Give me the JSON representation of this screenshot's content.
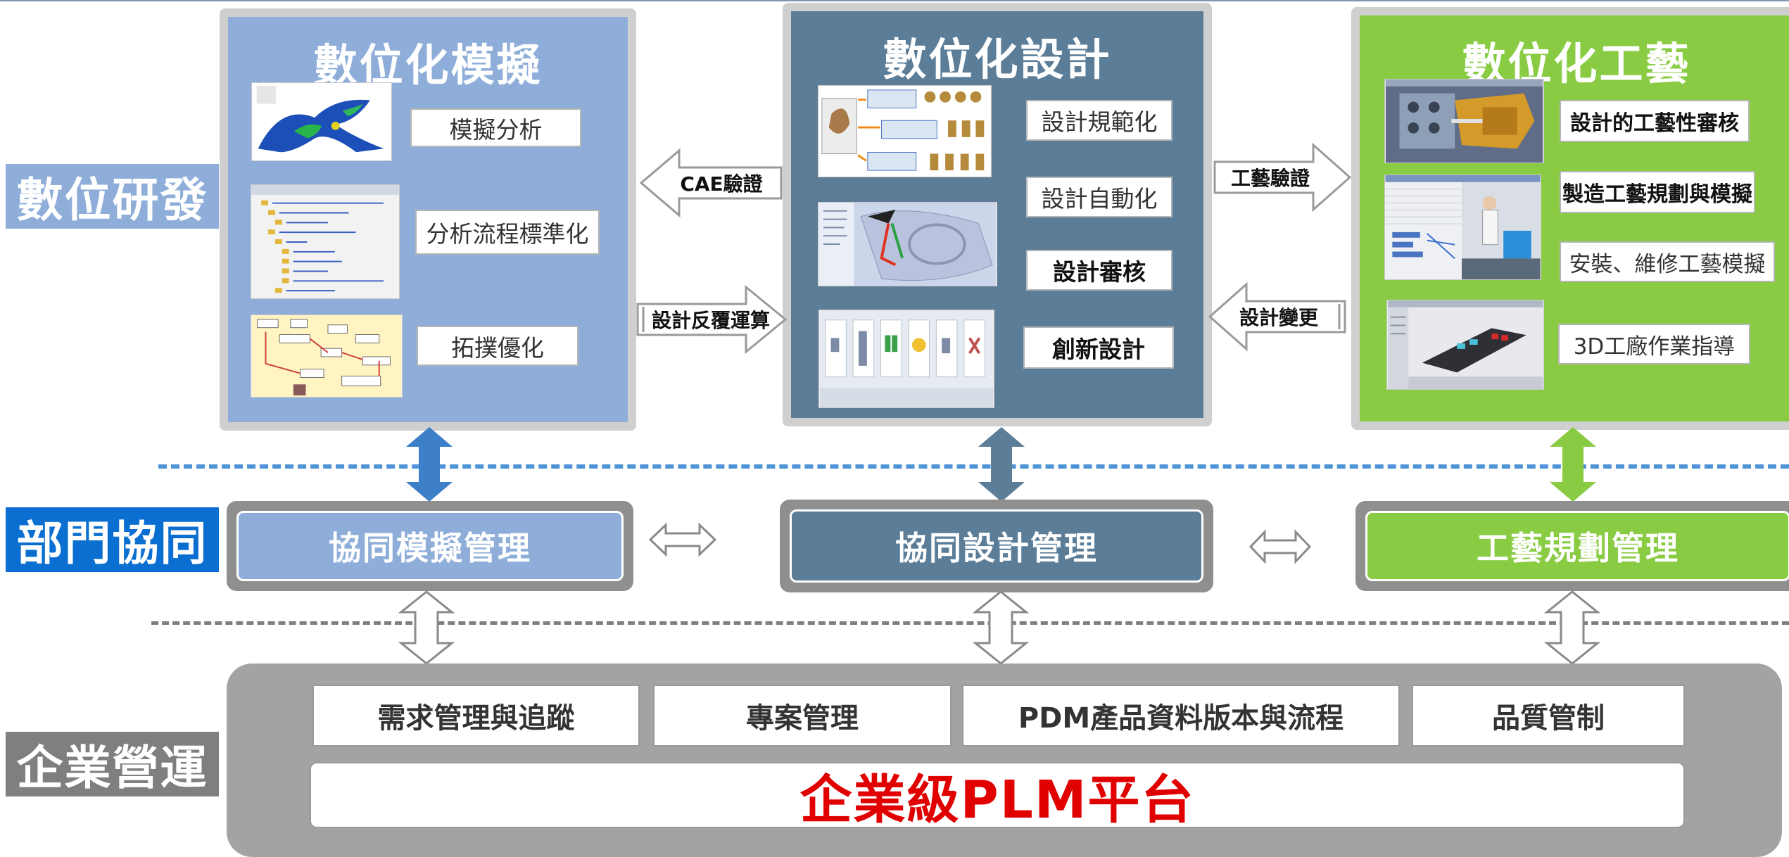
{
  "side_labels": {
    "rd": "數位研發",
    "dept": "部門協同",
    "ops": "企業營運"
  },
  "panels": {
    "simulation": {
      "title": "數位化模擬",
      "items": [
        "模擬分析",
        "分析流程標準化",
        "拓撲優化"
      ]
    },
    "design": {
      "title": "數位化設計",
      "items": [
        "設計規範化",
        "設計自動化",
        "設計審核",
        "創新設計"
      ]
    },
    "process": {
      "title": "數位化工藝",
      "items": [
        "設計的工藝性審核",
        "製造工藝規劃與模擬",
        "安裝、維修工藝模擬",
        "3D工廠作業指導"
      ]
    }
  },
  "flows": {
    "cae_verify": "CAE驗證",
    "design_feedback": "設計反覆運算",
    "process_verify": "工藝驗證",
    "design_change": "設計變更"
  },
  "collab": {
    "sim_mgmt": "協同模擬管理",
    "design_mgmt": "協同設計管理",
    "process_mgmt": "工藝規劃管理"
  },
  "platform": {
    "modules": [
      "需求管理與追蹤",
      "專案管理",
      "PDM產品資料版本與流程",
      "品質管制"
    ],
    "name": "企業級PLM平台"
  },
  "colors": {
    "simulation": "#8eaed9",
    "design": "#5b7d98",
    "process": "#89cc44",
    "dept_label": "#0a6fd1",
    "ops_label": "#7f7f7f",
    "plm_text": "#e00000"
  }
}
